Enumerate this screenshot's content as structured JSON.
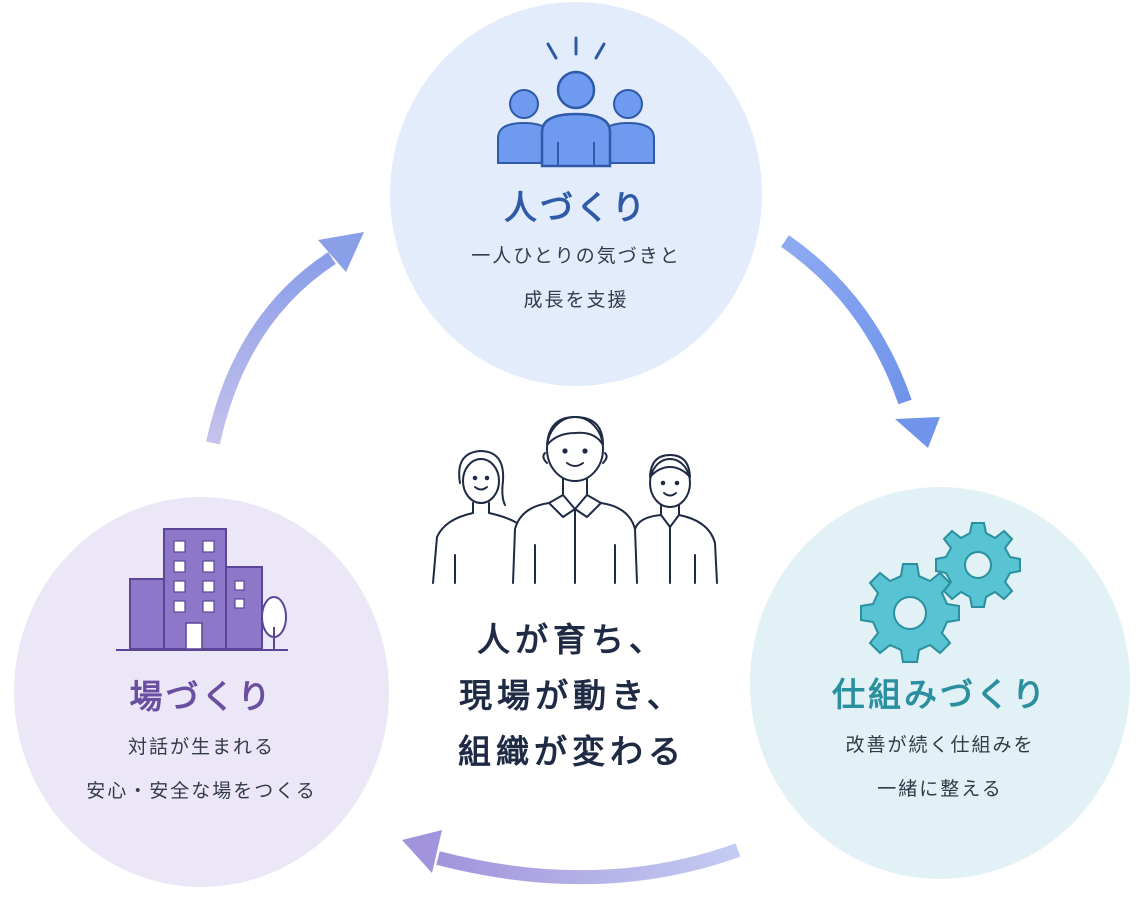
{
  "diagram": {
    "top": {
      "title": "人づくり",
      "desc": [
        "一人ひとりの気づきと",
        "成長を支援"
      ],
      "icon": "people-group-icon",
      "color": "#2f5aa8"
    },
    "right": {
      "title": "仕組みづくり",
      "desc": [
        "改善が続く仕組みを",
        "一緒に整える"
      ],
      "icon": "gears-icon",
      "color": "#2a8f9e"
    },
    "left": {
      "title": "場づくり",
      "desc": [
        "対話が生まれる",
        "安心・安全な場をつくる"
      ],
      "icon": "building-icon",
      "color": "#6a4fa0"
    },
    "center": {
      "lines": [
        "人が育ち、",
        "現場が動き、",
        "組織が変わる"
      ],
      "icon": "three-people-icon"
    }
  }
}
